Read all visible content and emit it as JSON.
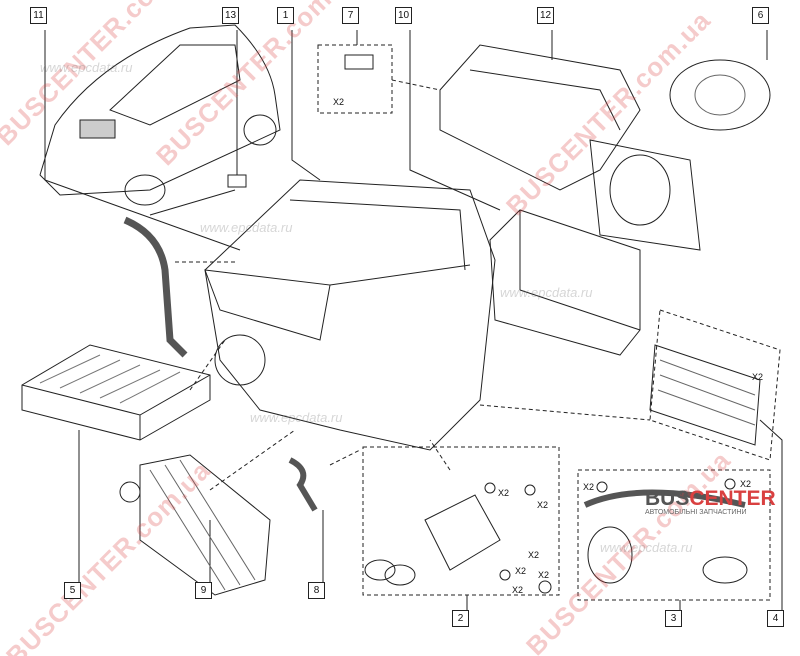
{
  "callouts": {
    "c11": "11",
    "c13": "13",
    "c1": "1",
    "c7": "7",
    "c10": "10",
    "c12": "12",
    "c6": "6",
    "c5": "5",
    "c9": "9",
    "c8": "8",
    "c2": "2",
    "c3": "3",
    "c4": "4"
  },
  "qty_label": "X2",
  "watermarks": {
    "brand": "BUSCENTER.com.ua",
    "site": "www.epcdata.ru"
  },
  "logo": {
    "name_part1": "BUS",
    "name_part2": "CENTER",
    "tagline": "АВТОМОБІЛЬНІ ЗАПЧАСТИНИ"
  }
}
